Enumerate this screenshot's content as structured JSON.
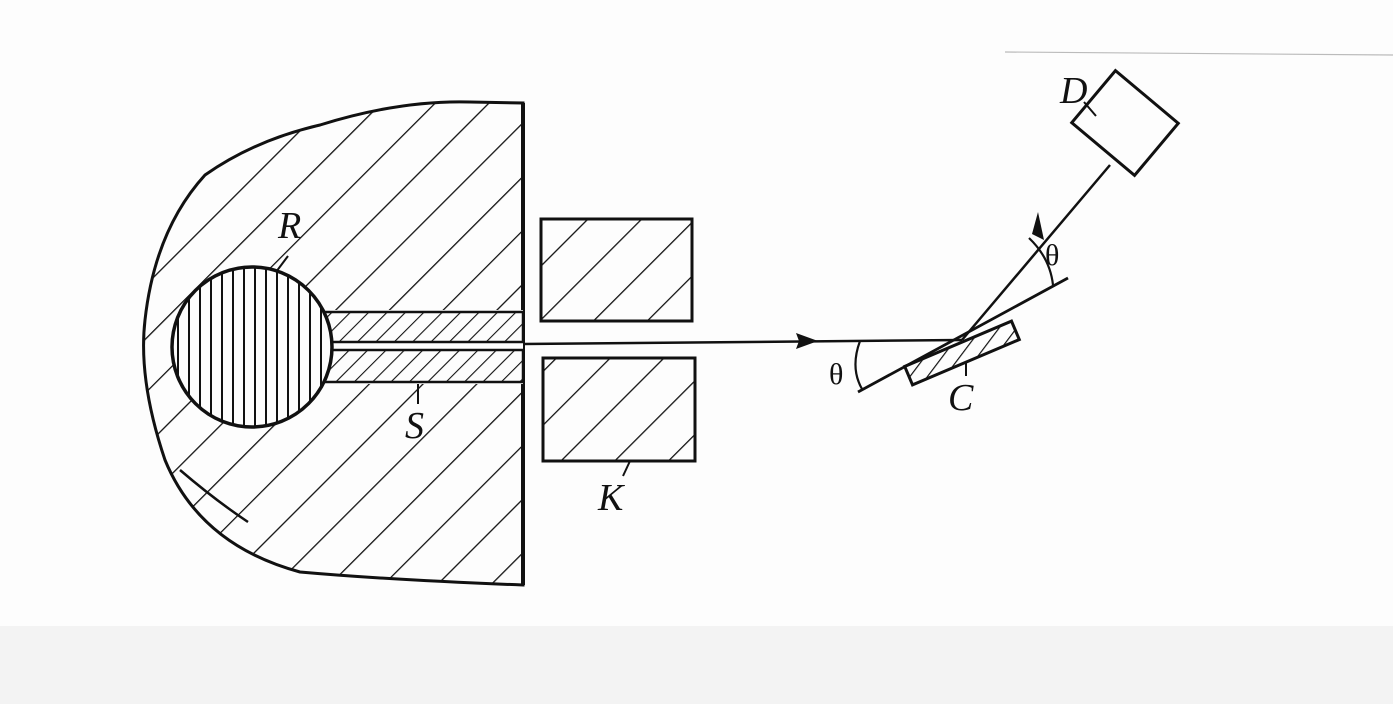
{
  "labels": {
    "R": "R",
    "S": "S",
    "K": "K",
    "C": "C",
    "D": "D",
    "theta_incident": "θ",
    "theta_reflected": "θ"
  },
  "colors": {
    "ink": "#111111",
    "paper": "#fdfdfd",
    "bottom_band": "#f3f3f3"
  }
}
